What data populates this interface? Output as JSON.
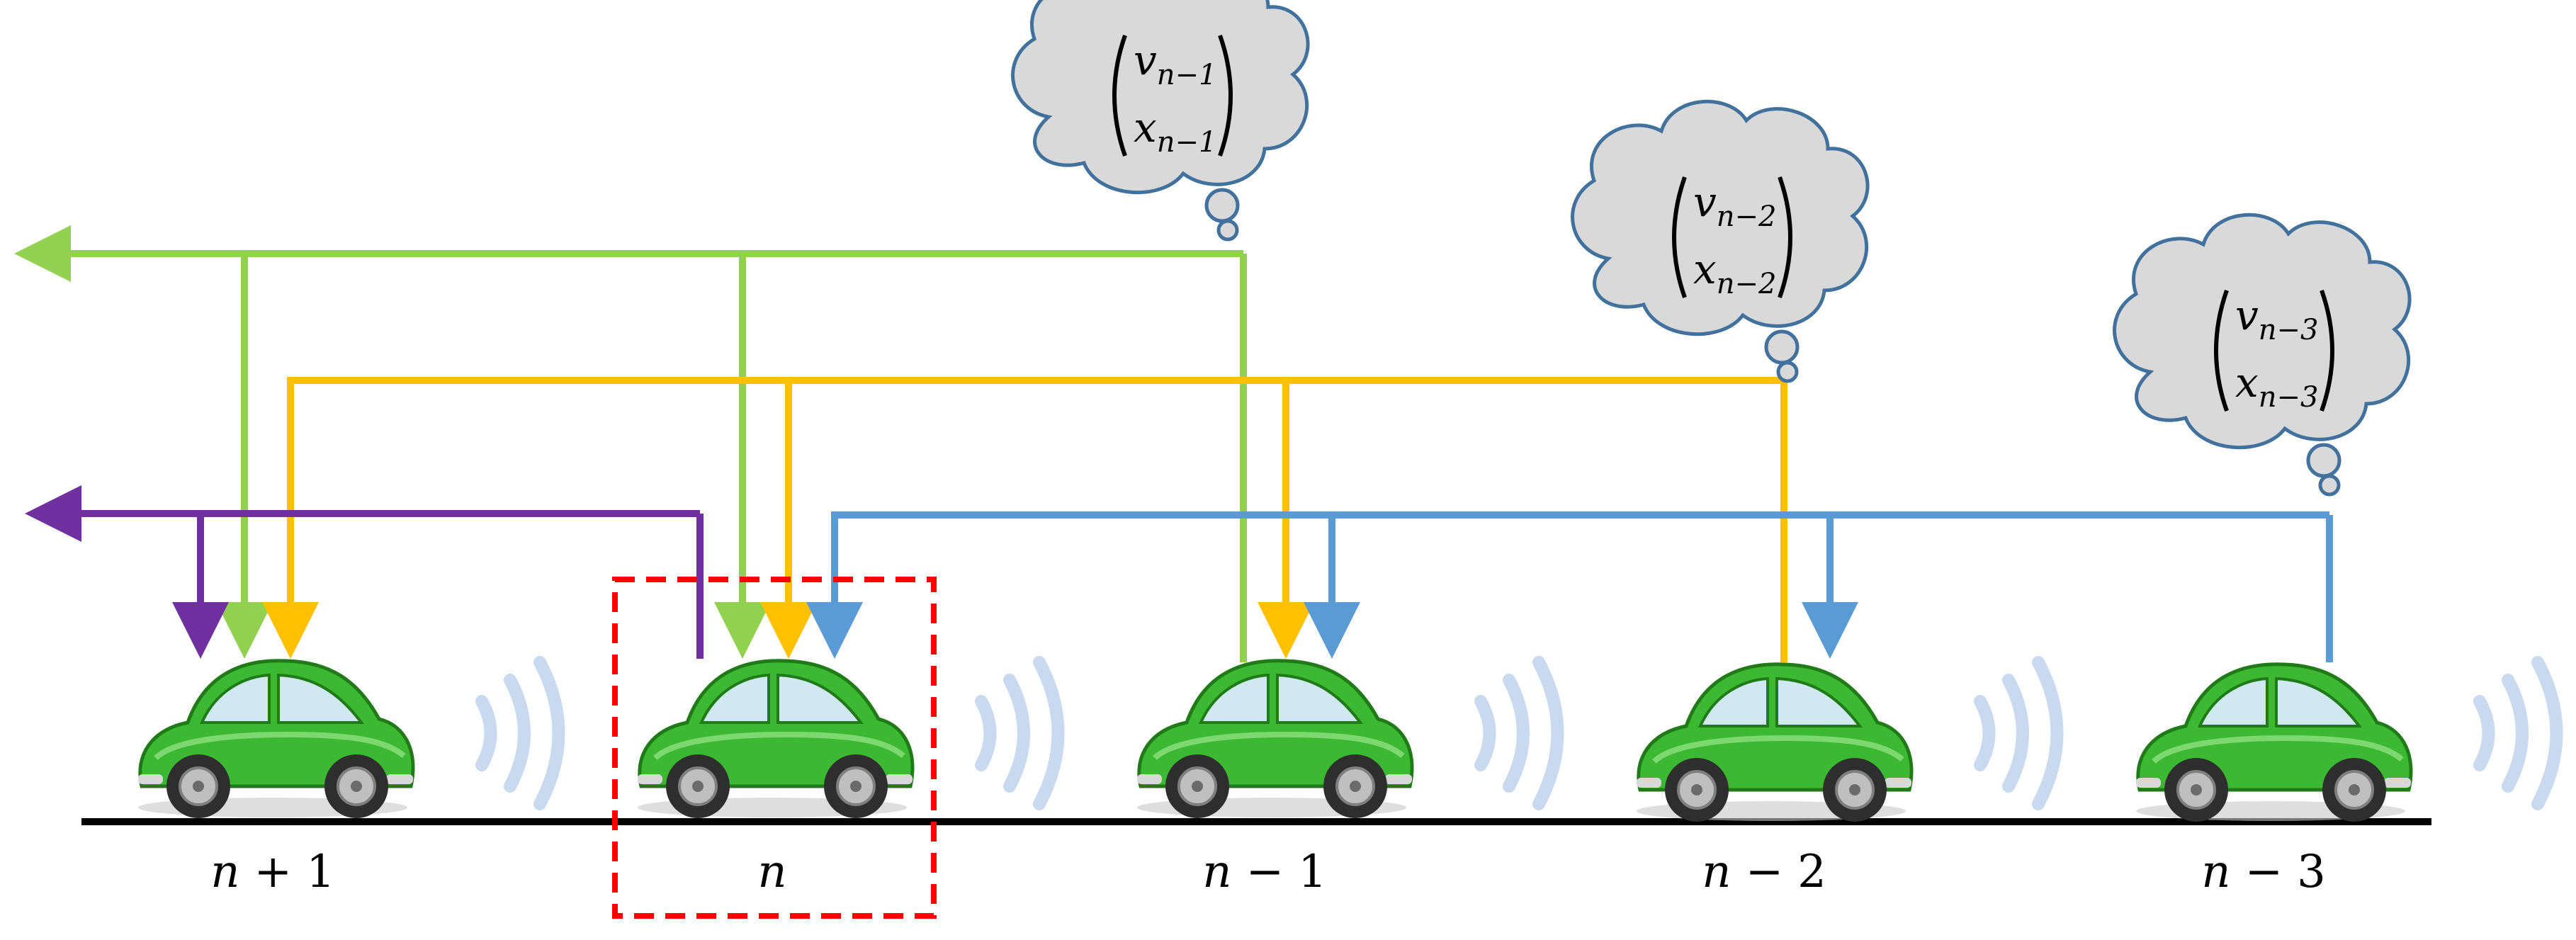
{
  "vehicles": [
    {
      "label_var": "n",
      "label_op": "+",
      "label_num": "1"
    },
    {
      "label_var": "n",
      "label_op": "",
      "label_num": ""
    },
    {
      "label_var": "n",
      "label_op": "−",
      "label_num": "1"
    },
    {
      "label_var": "n",
      "label_op": "−",
      "label_num": "2"
    },
    {
      "label_var": "n",
      "label_op": "−",
      "label_num": "3"
    }
  ],
  "thought_bubbles": [
    {
      "v": "v",
      "x": "x",
      "sub": "n−1"
    },
    {
      "v": "v",
      "x": "x",
      "sub": "n−2"
    },
    {
      "v": "v",
      "x": "x",
      "sub": "n−3"
    }
  ],
  "colors": {
    "green_link": "#92d050",
    "yellow_link": "#ffc000",
    "blue_link": "#5b9bd5",
    "purple_link": "#7030a0",
    "focus_box": "#ff0000",
    "road": "#000000",
    "bubble_fill": "#d9d9d9",
    "bubble_stroke": "#41719c",
    "car_body": "#3cb832"
  },
  "icons": {
    "vehicle": "green-car-icon",
    "signal": "wireless-signal-icon",
    "bubble": "thought-bubble-icon"
  }
}
